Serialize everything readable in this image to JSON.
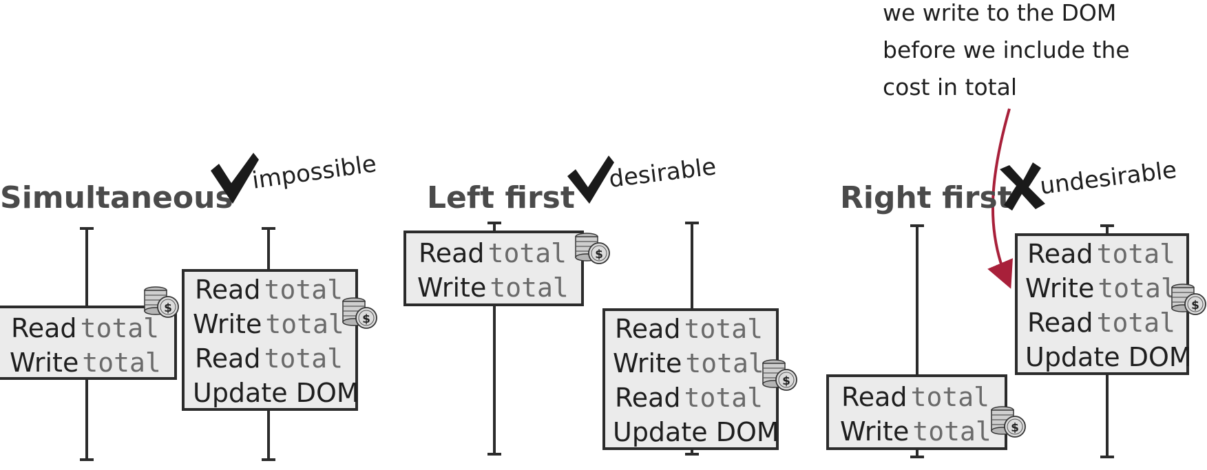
{
  "annotation": {
    "lines": [
      "we write to the DOM",
      "before we include the",
      "cost in total"
    ],
    "arrow_color": "#a8203a"
  },
  "panels": [
    {
      "title": "Simultaneous",
      "verdict_mark": "check",
      "verdict_label": "impossible",
      "boxes": [
        {
          "lines": [
            {
              "verb": "Read",
              "var": "total"
            },
            {
              "verb": "Write",
              "var": "total"
            }
          ]
        },
        {
          "lines": [
            {
              "verb": "Read",
              "var": "total"
            },
            {
              "verb": "Write",
              "var": "total"
            },
            {
              "verb": "Read",
              "var": "total"
            },
            {
              "verb": "Update DOM",
              "var": ""
            }
          ]
        }
      ]
    },
    {
      "title": "Left first",
      "verdict_mark": "check",
      "verdict_label": "desirable",
      "boxes": [
        {
          "lines": [
            {
              "verb": "Read",
              "var": "total"
            },
            {
              "verb": "Write",
              "var": "total"
            }
          ]
        },
        {
          "lines": [
            {
              "verb": "Read",
              "var": "total"
            },
            {
              "verb": "Write",
              "var": "total"
            },
            {
              "verb": "Read",
              "var": "total"
            },
            {
              "verb": "Update DOM",
              "var": ""
            }
          ]
        }
      ]
    },
    {
      "title": "Right first",
      "verdict_mark": "cross",
      "verdict_label": "undesirable",
      "boxes": [
        {
          "lines": [
            {
              "verb": "Read",
              "var": "total"
            },
            {
              "verb": "Write",
              "var": "total"
            }
          ]
        },
        {
          "lines": [
            {
              "verb": "Read",
              "var": "total"
            },
            {
              "verb": "Write",
              "var": "total"
            },
            {
              "verb": "Read",
              "var": "total"
            },
            {
              "verb": "Update DOM",
              "var": ""
            }
          ]
        }
      ]
    }
  ],
  "icons": {
    "coin_stack": "coin-stack-dollar-icon",
    "check": "checkmark-icon",
    "cross": "cross-mark-icon"
  }
}
